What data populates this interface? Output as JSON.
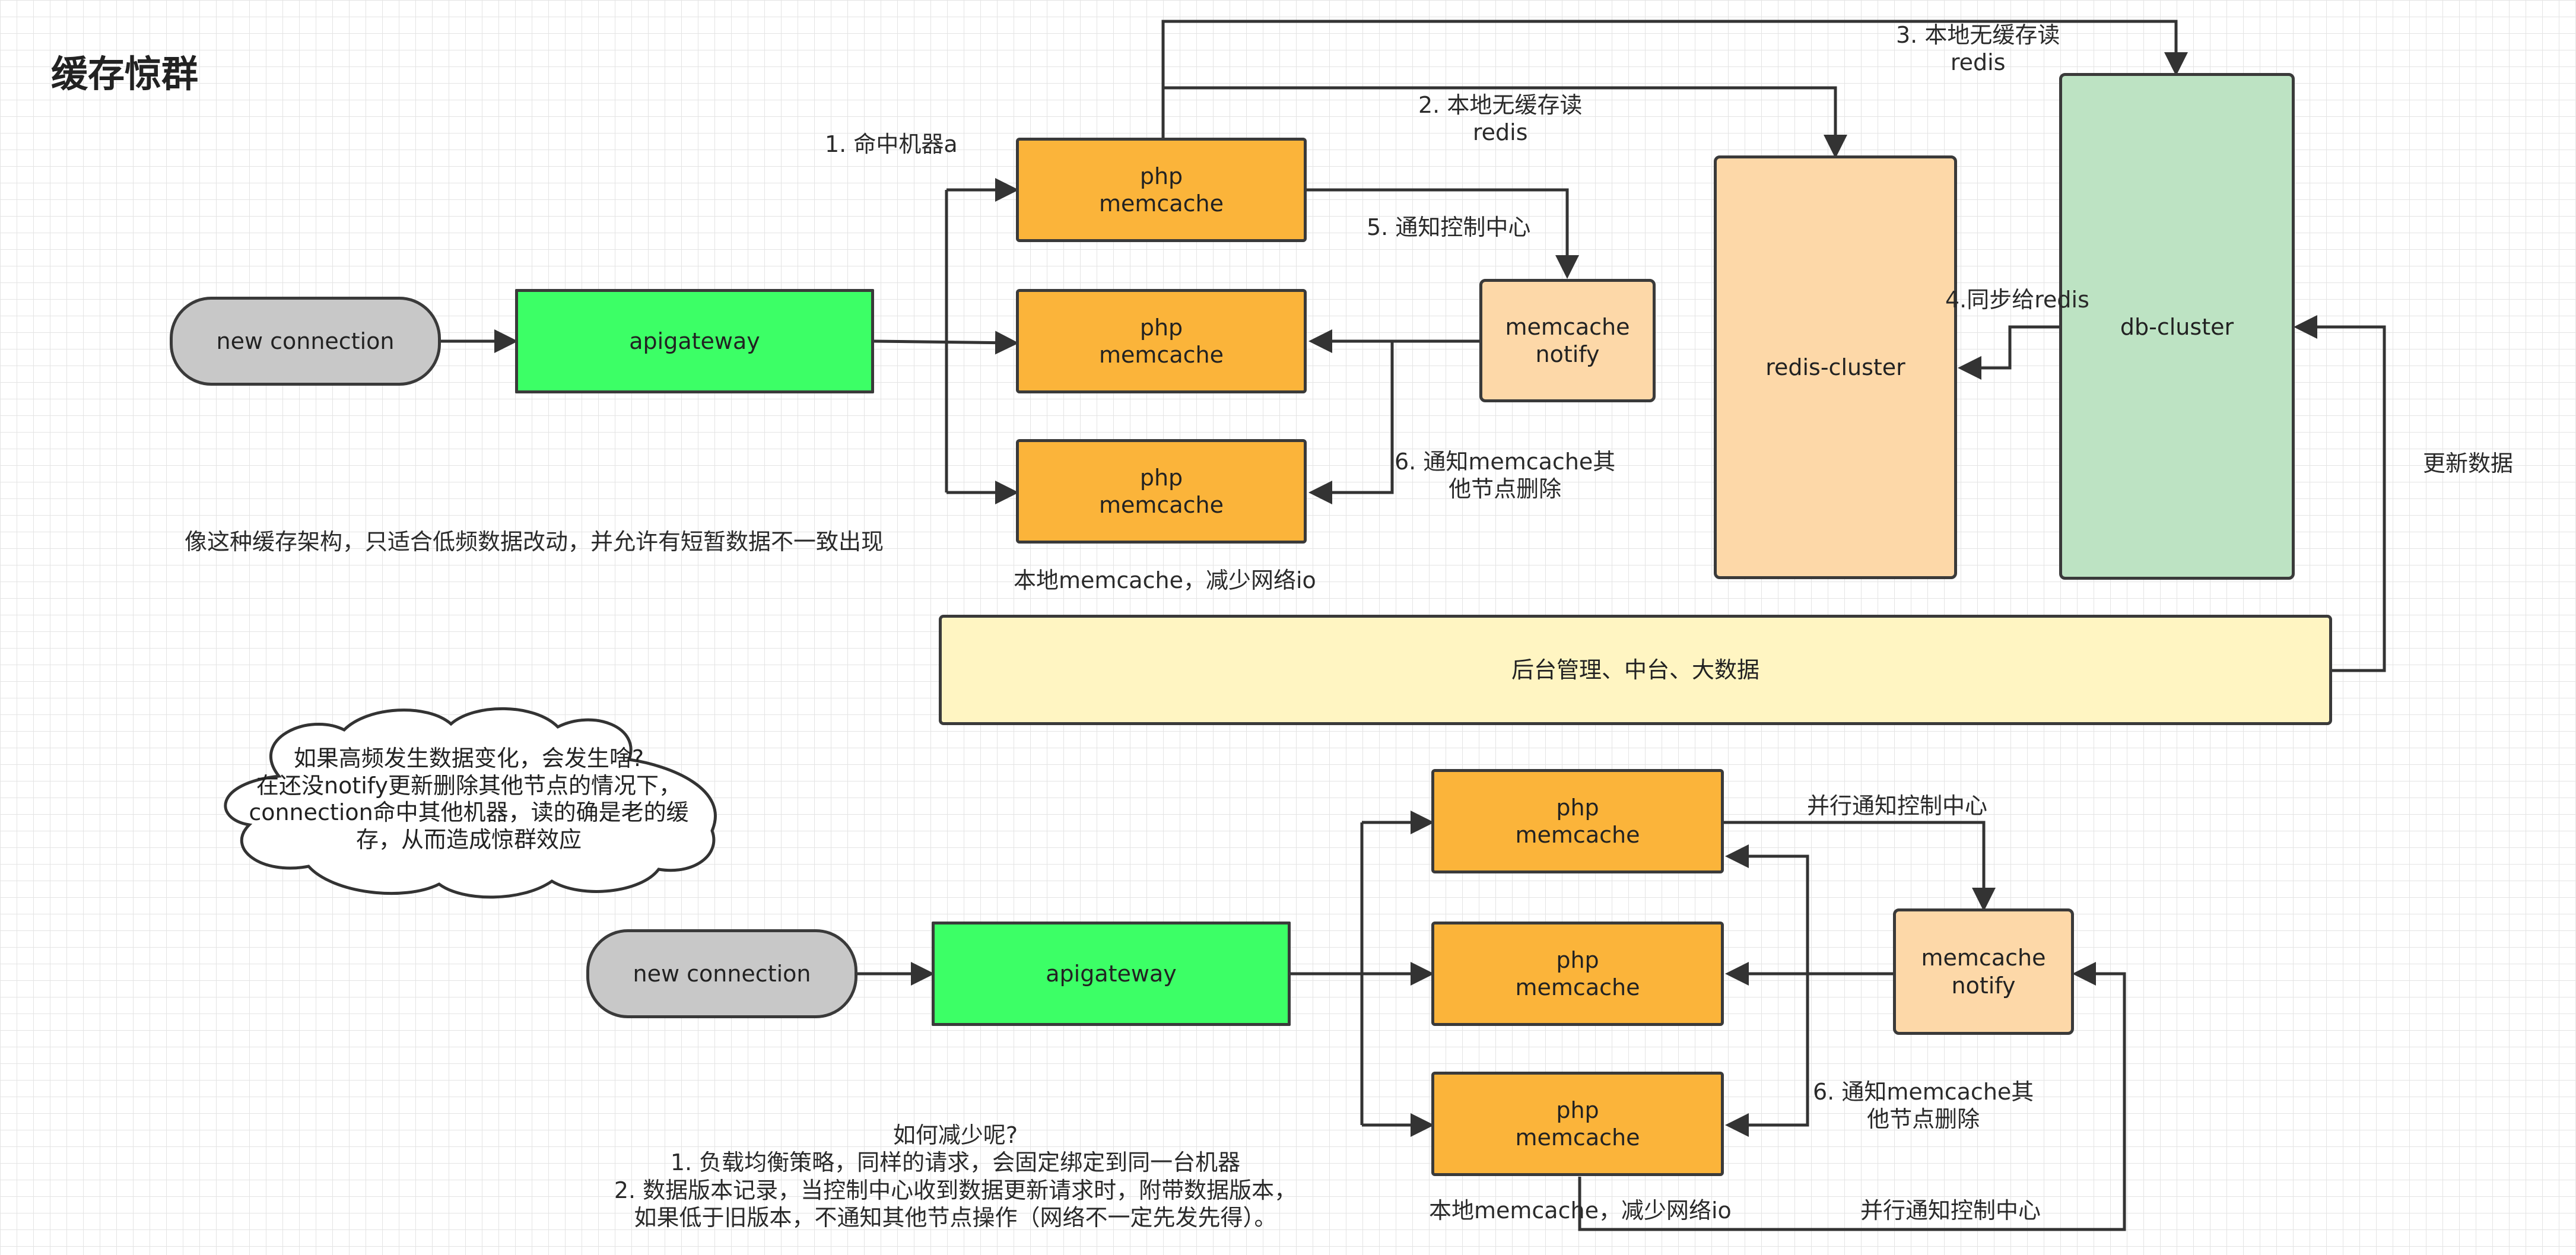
{
  "title": "缓存惊群",
  "top": {
    "connection": "new connection",
    "gateway": "apigateway",
    "php_nodes": [
      "php\nmemcache",
      "php\nmemcache",
      "php\nmemcache"
    ],
    "notify": "memcache\nnotify",
    "redis": "redis-cluster",
    "db": "db-cluster",
    "backend": "后台管理、中台、大数据",
    "labels": {
      "hit_machine": "1. 命中机器a",
      "read_redis": "2. 本地无缓存读\nredis",
      "read_db": "3. 本地无缓存读\nredis",
      "sync_redis": "4.同步给redis",
      "notify_center": "5. 通知控制中心",
      "notify_delete": "6. 通知memcache其\n他节点删除",
      "local_memcache": "本地memcache，减少网络io",
      "update_data": "更新数据",
      "note": "像这种缓存架构，只适合低频数据改动，并允许有短暂数据不一致出现"
    }
  },
  "cloud": {
    "text": "如果高频发生数据变化，会发生啥?\n在还没notify更新删除其他节点的情况下，\nconnection命中其他机器，读的确是老的缓\n存，从而造成惊群效应"
  },
  "bottom": {
    "connection": "new connection",
    "gateway": "apigateway",
    "php_nodes": [
      "php\nmemcache",
      "php\nmemcache",
      "php\nmemcache"
    ],
    "notify": "memcache\nnotify",
    "labels": {
      "parallel_notify_top": "并行通知控制中心",
      "notify_delete": "6. 通知memcache其\n他节点删除",
      "local_memcache": "本地memcache，减少网络io",
      "parallel_notify_bottom": "并行通知控制中心",
      "reduce": "如何减少呢?\n1. 负载均衡策略，同样的请求，会固定绑定到同一台机器\n2. 数据版本记录，当控制中心收到数据更新请求时，附带数据版本，\n如果低于旧版本，不通知其他节点操作（网络不一定先发先得）。"
    }
  }
}
